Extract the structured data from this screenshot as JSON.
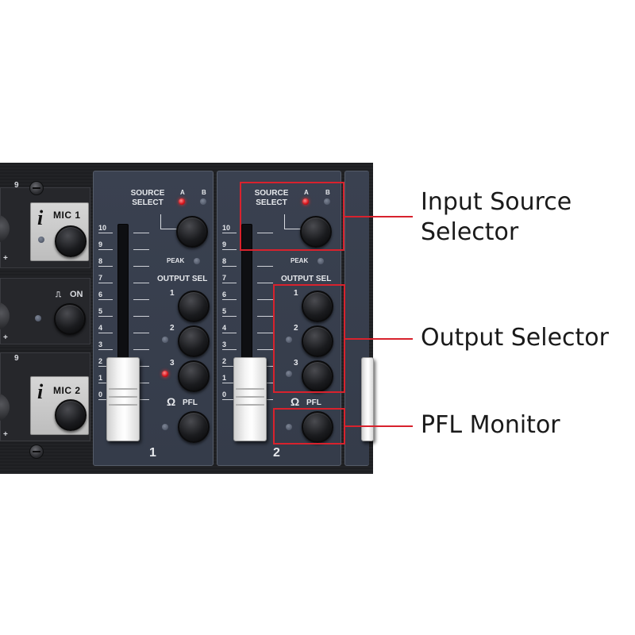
{
  "device": {
    "mic_modules": [
      {
        "label": "MIC 1",
        "level_mark": "9"
      },
      {
        "label": "MIC 2",
        "level_mark": "9"
      }
    ],
    "on_label": "ON",
    "pan_mark": "+"
  },
  "channels": [
    {
      "number": "1",
      "source_select": "SOURCE\nSELECT",
      "source_a": "A",
      "source_b": "B",
      "peak": "PEAK",
      "output_sel": "OUTPUT SEL",
      "outputs": [
        "1",
        "2",
        "3"
      ],
      "pfl": "PFL",
      "scale": [
        "10",
        "9",
        "8",
        "7",
        "6",
        "5",
        "4",
        "3",
        "2",
        "1",
        "0"
      ]
    },
    {
      "number": "2",
      "source_select": "SOURCE\nSELECT",
      "source_a": "A",
      "source_b": "B",
      "peak": "PEAK",
      "output_sel": "OUTPUT SEL",
      "outputs": [
        "1",
        "2",
        "3"
      ],
      "pfl": "PFL",
      "scale": [
        "10",
        "9",
        "8",
        "7",
        "6",
        "5",
        "4",
        "3",
        "2",
        "1",
        "0"
      ]
    }
  ],
  "annotations": {
    "input_source": [
      "Input Source",
      "Selector"
    ],
    "output_selector": "Output Selector",
    "pfl_monitor": "PFL Monitor"
  },
  "colors": {
    "highlight": "#d8222d",
    "panel": "#3a4150",
    "led_red": "#d6121a"
  }
}
